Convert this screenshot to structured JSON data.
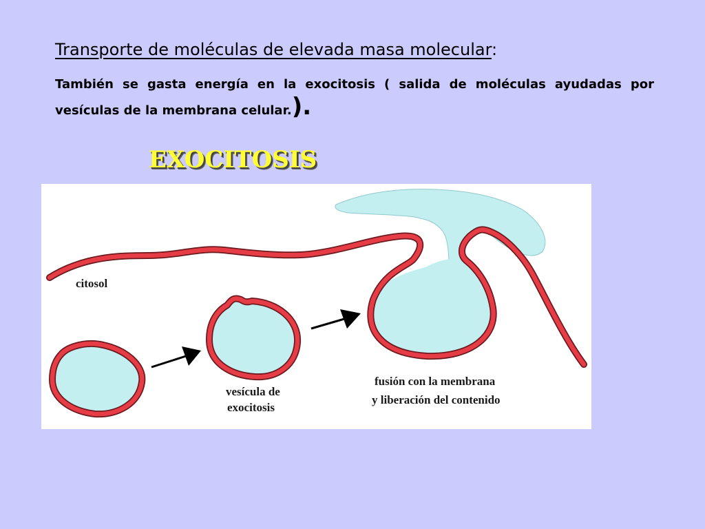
{
  "heading": {
    "text": "Transporte de moléculas de elevada masa molecular",
    "suffix": ":"
  },
  "paragraph": {
    "text": "También se gasta energía en la exocitosis ( salida de moléculas ayudadas por vesículas de la membrana celular.",
    "closing": ")."
  },
  "title": "EXOCITOSIS",
  "diagram": {
    "labels": {
      "citosol": "citosol",
      "vesicle_line1": "vesícula de",
      "vesicle_line2": "exocitosis",
      "fusion_line1": "fusión con la membrana",
      "fusion_line2": "y liberación del contenido"
    },
    "colors": {
      "membrane": "#e63c46",
      "membrane_edge": "#6b1a1f",
      "content": "#c4eff0",
      "arrow": "#000000",
      "title": "#ffff33",
      "background": "#cccbfd"
    }
  }
}
